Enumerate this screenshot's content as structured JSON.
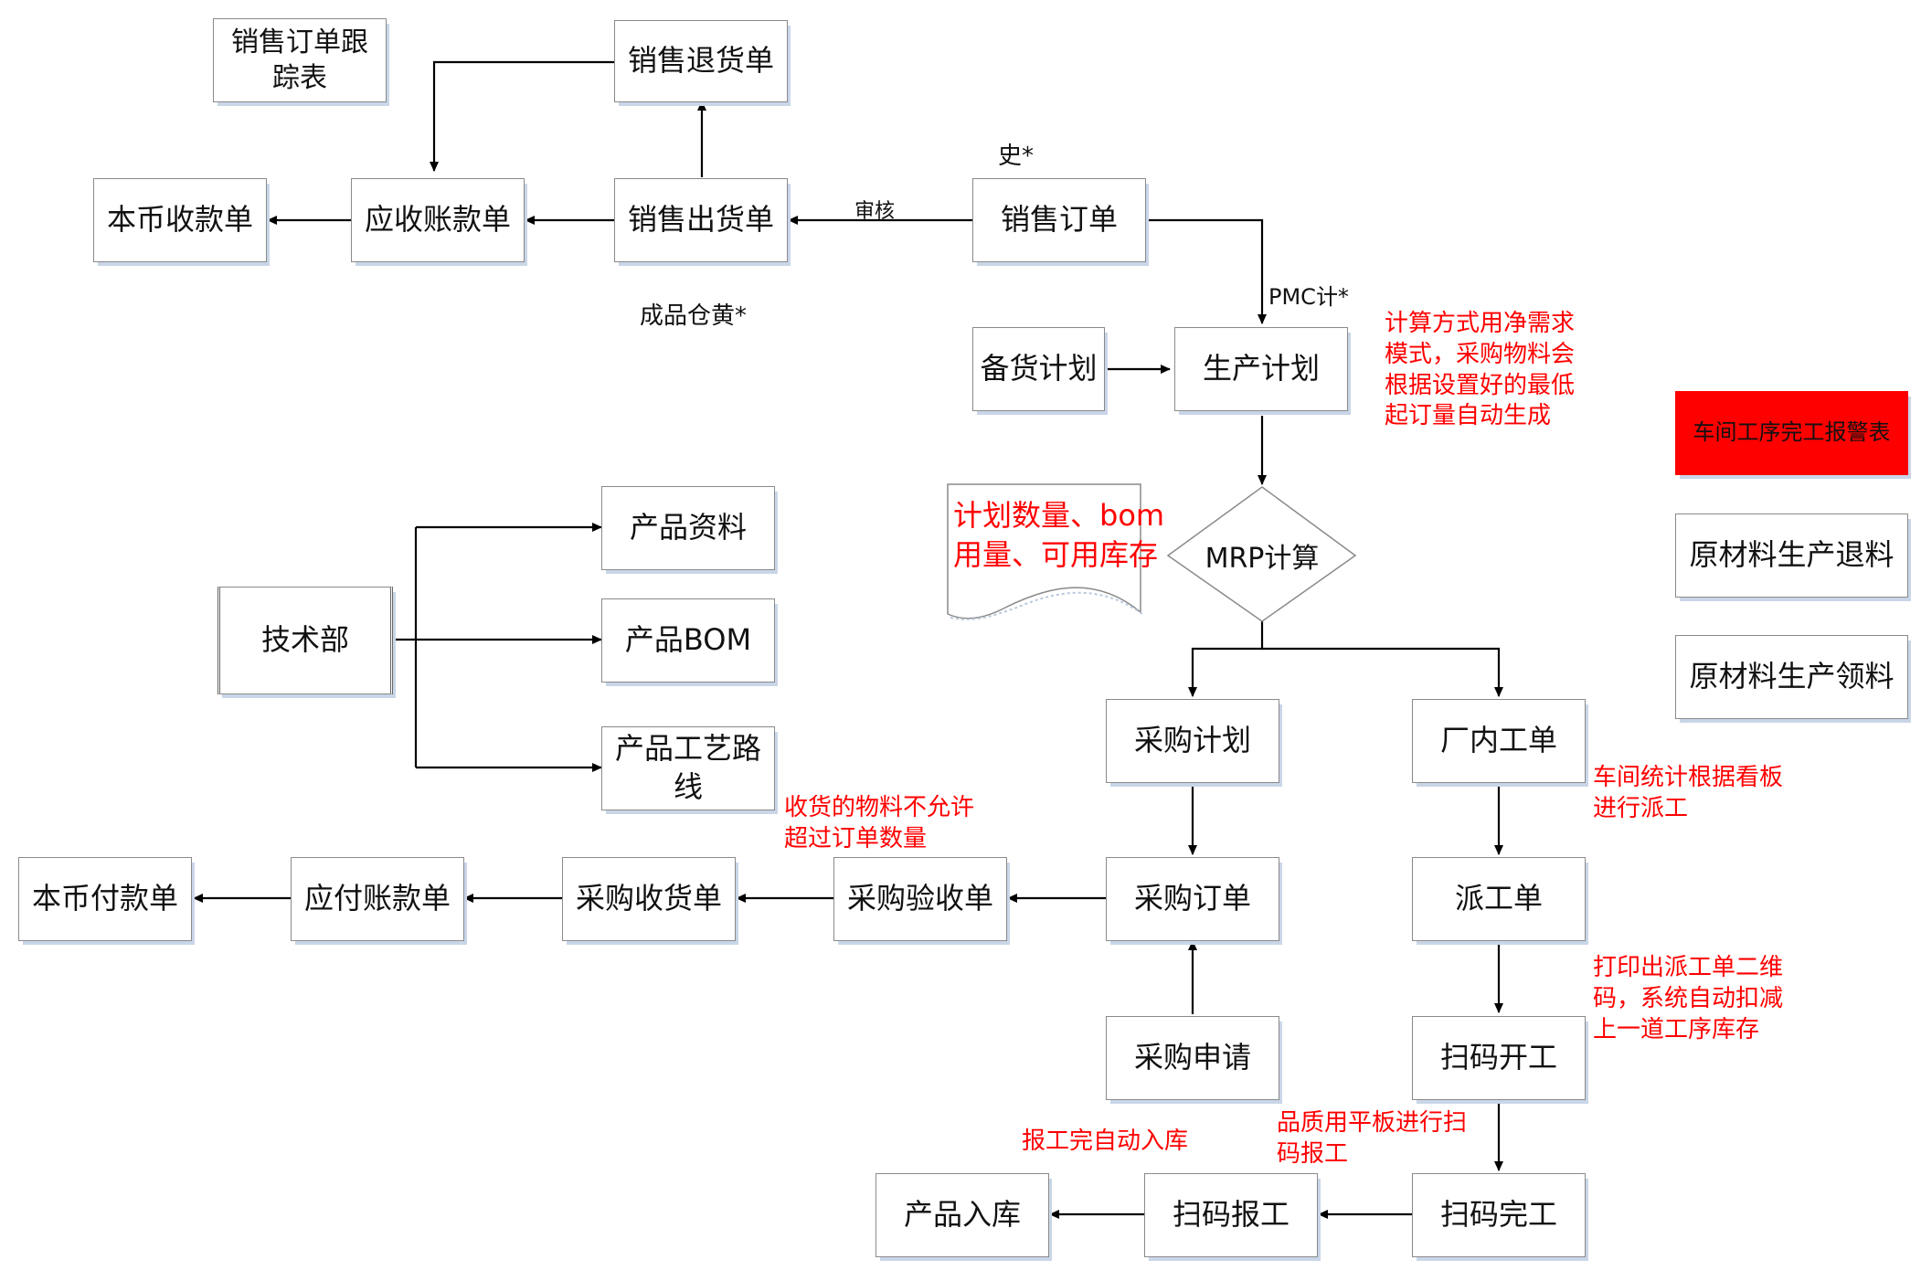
{
  "nodes": {
    "sales_tracking": "销售订单跟踪表",
    "sales_return": "销售退货单",
    "local_receipt": "本币收款单",
    "receivable": "应收账款单",
    "sales_delivery": "销售出货单",
    "sales_order": "销售订单",
    "stock_plan": "备货计划",
    "production_plan": "生产计划",
    "alarm_table": "车间工序完工报警表",
    "material_return": "原材料生产退料",
    "material_pick": "原材料生产领料",
    "product_info": "产品资料",
    "tech_dept": "技术部",
    "product_bom": "产品BOM",
    "product_route": "产品工艺路线",
    "mrp": "MRP计算",
    "purchase_plan": "采购计划",
    "work_order": "厂内工单",
    "local_payment": "本币付款单",
    "payable": "应付账款单",
    "purchase_receipt": "采购收货单",
    "purchase_inspect": "采购验收单",
    "purchase_order": "采购订单",
    "dispatch": "派工单",
    "purchase_request": "采购申请",
    "scan_start": "扫码开工",
    "product_stockin": "产品入库",
    "scan_report": "扫码报工",
    "scan_finish": "扫码完工"
  },
  "doc_note": {
    "line1": "计划数量、bom",
    "line2": "用量、可用库存"
  },
  "labels": {
    "audit": "审核",
    "history": "史*",
    "finished_goods": "成品仓黄*",
    "pmc": "PMC计*"
  },
  "notes": {
    "calc_l1": "计算方式用净需求",
    "calc_l2": "模式，采购物料会",
    "calc_l3": "根据设置好的最低",
    "calc_l4": "起订量自动生成",
    "receive_l1": "收货的物料不允许",
    "receive_l2": "超过订单数量",
    "kanban_l1": "车间统计根据看板",
    "kanban_l2": "进行派工",
    "print_l1": "打印出派工单二维",
    "print_l2": "码，系统自动扣减",
    "print_l3": "上一道工序库存",
    "auto_in": "报工完自动入库",
    "tablet_l1": "品质用平板进行扫",
    "tablet_l2": "码报工"
  },
  "colors": {
    "alarm_fill": "#ff0000",
    "note_text": "#ff0000",
    "line": "#000000"
  }
}
